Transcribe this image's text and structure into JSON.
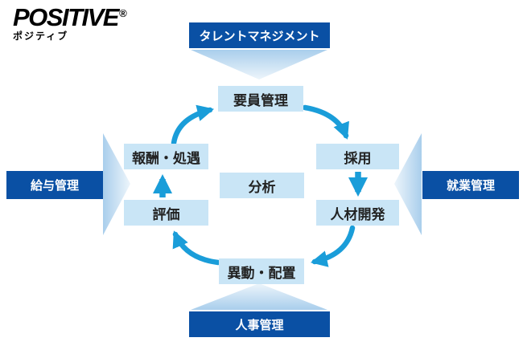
{
  "logo": {
    "wordmark": "POSITIVE",
    "registered_mark": "®",
    "kana": "ポジティブ"
  },
  "modules": {
    "talent": "タレントマネジメント",
    "payroll": "給与管理",
    "attendance": "就業管理",
    "hr": "人事管理"
  },
  "cycle": {
    "workforce": "要員管理",
    "recruit": "採用",
    "development": "人材開発",
    "transfer": "異動・配置",
    "evaluation": "評価",
    "compensation": "報酬・処遇",
    "analysis": "分析"
  },
  "colors": {
    "dark_blue": "#0A50A4",
    "light_blue_box": "#C9E5F6",
    "arrow_cyan": "#1A9DD9",
    "funnel_dark": "#A9CEEC",
    "funnel_light": "#EDF5FB",
    "text_dark": "#222222",
    "text_light": "#FFFFFF"
  }
}
